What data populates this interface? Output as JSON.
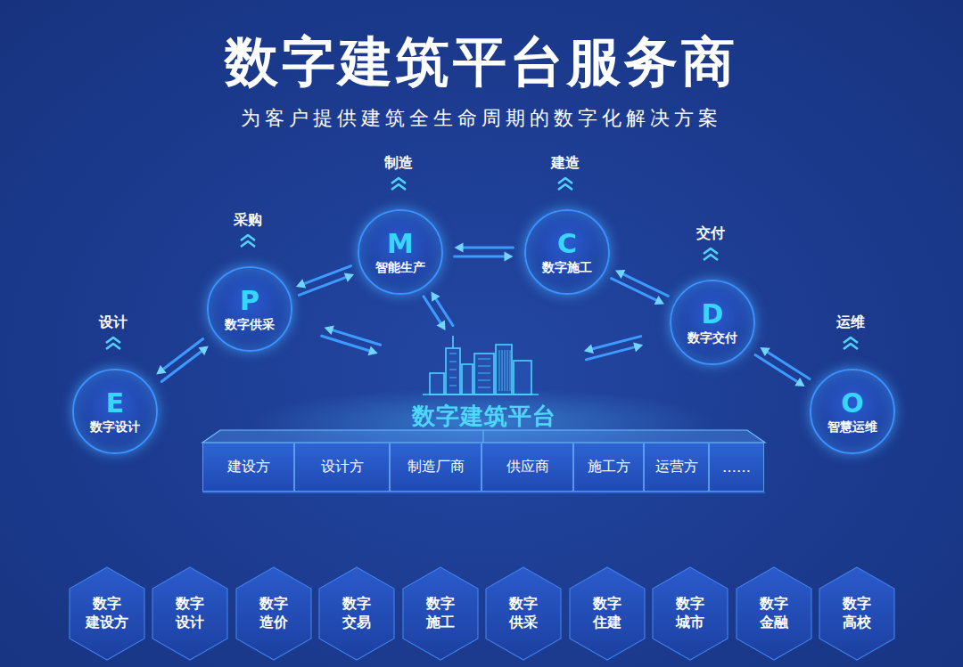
{
  "diagram": {
    "title": "数字建筑平台服务商",
    "caption": "为客户提供建筑全生命周期的数字化解决方案",
    "nodes": [
      {
        "text": [
          "设计",
          "E",
          "数字设计"
        ]
      },
      {
        "text": [
          "采购",
          "P",
          "数字供采"
        ]
      },
      {
        "text": [
          "制造",
          "M",
          "智能生产"
        ]
      },
      {
        "text": [
          "建造",
          "C",
          "数字施工"
        ]
      },
      {
        "text": [
          "交付",
          "D",
          "数字交付"
        ]
      },
      {
        "text": [
          "运维",
          "O",
          "智慧运维"
        ]
      },
      {
        "text": [
          "数字建筑平台"
        ]
      },
      {
        "text": [
          "建设方"
        ],
        "in": 6
      },
      {
        "text": [
          "设计方"
        ],
        "in": 6
      },
      {
        "text": [
          "制造厂商"
        ],
        "in": 6
      },
      {
        "text": [
          "供应商"
        ],
        "in": 6
      },
      {
        "text": [
          "施工方"
        ],
        "in": 6
      },
      {
        "text": [
          "运营方"
        ],
        "in": 6
      },
      {
        "text": [
          "……"
        ],
        "in": 6
      },
      {
        "text": [
          "数字 建设方"
        ]
      },
      {
        "text": [
          "数字 设计"
        ]
      },
      {
        "text": [
          "数字 造价"
        ]
      },
      {
        "text": [
          "数字 交易"
        ]
      },
      {
        "text": [
          "数字 施工"
        ]
      },
      {
        "text": [
          "数字 供采"
        ]
      },
      {
        "text": [
          "数字 住建"
        ]
      },
      {
        "text": [
          "数字 城市"
        ]
      },
      {
        "text": [
          "数字 金融"
        ]
      },
      {
        "text": [
          "数字 高校"
        ]
      }
    ],
    "edges": [
      {
        "from": 0,
        "to": 1,
        "arrow": "both"
      },
      {
        "from": 1,
        "to": 2,
        "arrow": "both"
      },
      {
        "from": 2,
        "to": 3,
        "arrow": "both"
      },
      {
        "from": 3,
        "to": 4,
        "arrow": "both"
      },
      {
        "from": 4,
        "to": 5,
        "arrow": "both"
      },
      {
        "from": 6,
        "to": 2,
        "arrow": "both"
      },
      {
        "from": 6,
        "to": 1,
        "arrow": "both"
      },
      {
        "from": 6,
        "to": 4,
        "arrow": "both"
      }
    ]
  }
}
